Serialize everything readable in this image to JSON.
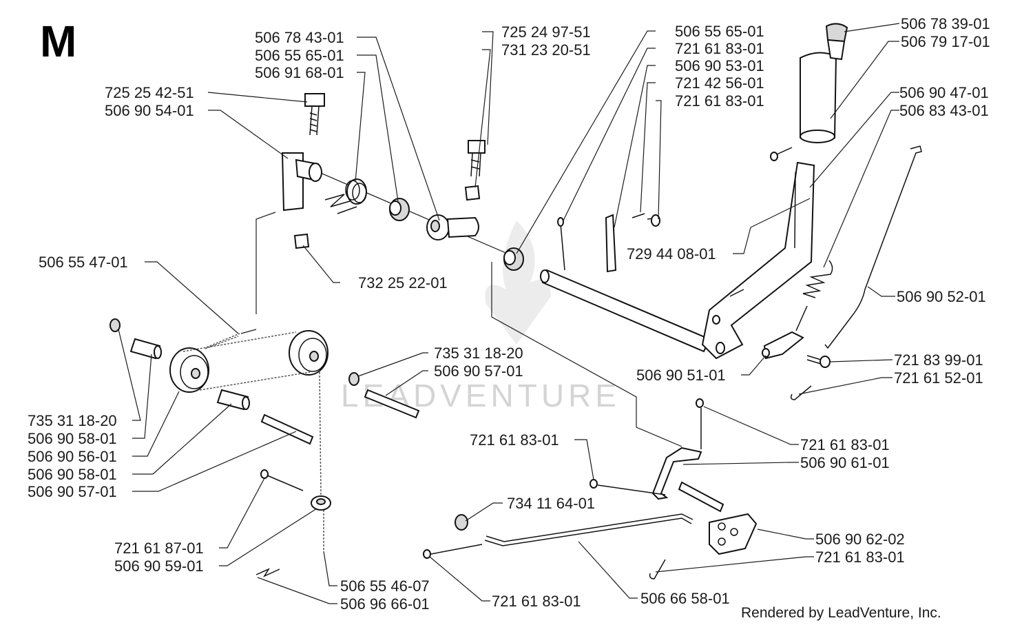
{
  "section_letter": "M",
  "watermark": "LEADVENTURE",
  "credit": "Rendered by LeadVenture, Inc.",
  "labels": [
    "506 78 43-01",
    "506 55 65-01",
    "506 91 68-01",
    "725 25 42-51",
    "506 90 54-01",
    "725 24 97-51",
    "731 23 20-51",
    "506 55 65-01",
    "721 61 83-01",
    "506 90 53-01",
    "721 42 56-01",
    "721 61 83-01",
    "506 78 39-01",
    "506 79 17-01",
    "506 90 47-01",
    "506 83 43-01",
    "506 55 47-01",
    "732 25 22-01",
    "729 44 08-01",
    "506 90 52-01",
    "735 31 18-20",
    "506 90 57-01",
    "506 90 51-01",
    "721 83 99-01",
    "721 61 52-01",
    "735 31 18-20",
    "506 90 58-01",
    "506 90 56-01",
    "506 90 58-01",
    "506 90 57-01",
    "721 61 83-01",
    "506 90 61-01",
    "721 61 83-01",
    "734 11 64-01",
    "506 90 62-02",
    "721 61 83-01",
    "721 61 87-01",
    "506 90 59-01",
    "506 55 46-07",
    "506 96 66-01",
    "721 61 83-01",
    "506 66 58-01"
  ]
}
